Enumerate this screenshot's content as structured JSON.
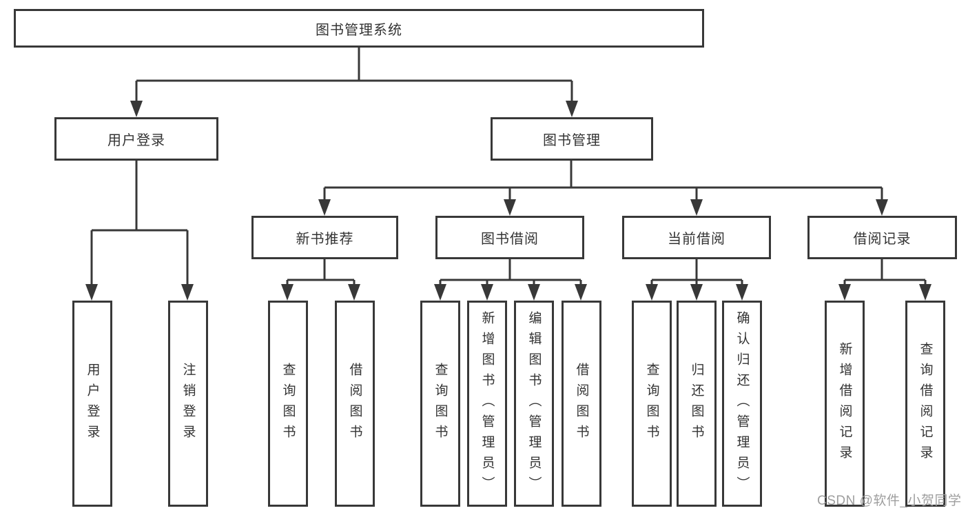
{
  "colors": {
    "line": "#383838",
    "text": "#333333",
    "box_fill": "#ffffff",
    "watermark": "#9e9e9e"
  },
  "diagram": {
    "type": "hierarchy-tree",
    "root": {
      "label": "图书管理系统"
    },
    "level2": [
      {
        "label": "用户登录"
      },
      {
        "label": "图书管理"
      }
    ],
    "level3": [
      {
        "label": "新书推荐",
        "parent": "图书管理"
      },
      {
        "label": "图书借阅",
        "parent": "图书管理"
      },
      {
        "label": "当前借阅",
        "parent": "图书管理"
      },
      {
        "label": "借阅记录",
        "parent": "图书管理"
      }
    ],
    "leaves": [
      {
        "label": "用户登录",
        "parent": "用户登录"
      },
      {
        "label": "注销登录",
        "parent": "用户登录"
      },
      {
        "label": "查询图书",
        "parent": "新书推荐"
      },
      {
        "label": "借阅图书",
        "parent": "新书推荐"
      },
      {
        "label": "查询图书",
        "parent": "图书借阅"
      },
      {
        "label": "新增图书（管理员）",
        "parent": "图书借阅"
      },
      {
        "label": "编辑图书（管理员）",
        "parent": "图书借阅"
      },
      {
        "label": "借阅图书",
        "parent": "图书借阅"
      },
      {
        "label": "查询图书",
        "parent": "当前借阅"
      },
      {
        "label": "归还图书",
        "parent": "当前借阅"
      },
      {
        "label": "确认归还（管理员）",
        "parent": "当前借阅"
      },
      {
        "label": "新增借阅记录",
        "parent": "借阅记录"
      },
      {
        "label": "查询借阅记录",
        "parent": "借阅记录"
      }
    ]
  },
  "watermark": {
    "text": "CSDN @软件_小贺同学"
  }
}
